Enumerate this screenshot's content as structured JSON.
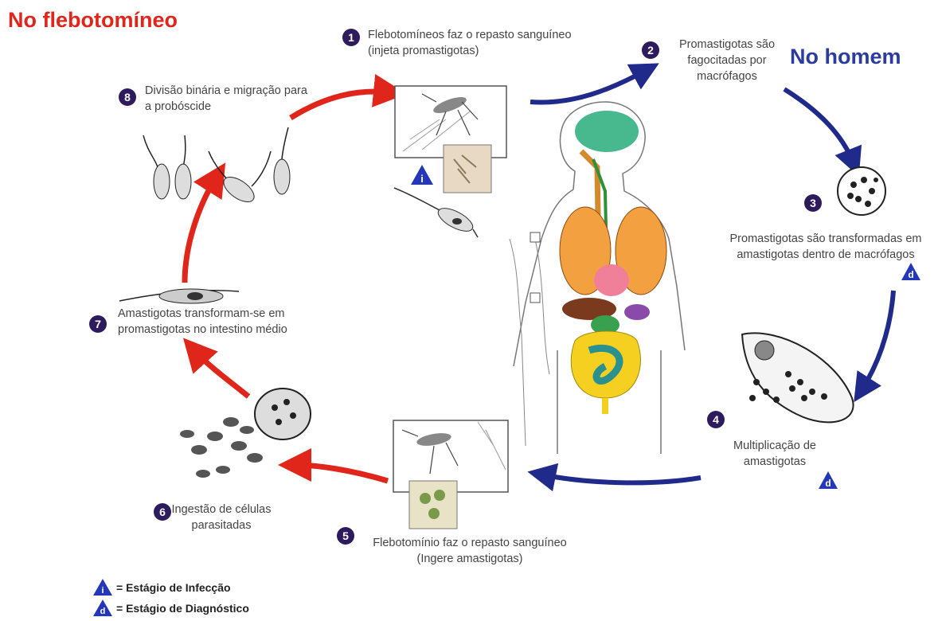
{
  "regions": {
    "vector": "No flebotomíneo",
    "human": "No homem"
  },
  "steps": [
    {
      "number": "1",
      "text": "Flebotomíneos faz o repasto sanguíneo (injeta promastigotas)"
    },
    {
      "number": "2",
      "text": "Promastigotas são fagocitadas por macrófagos"
    },
    {
      "number": "3",
      "text": "Promastigotas são transformadas em amastigotas dentro de macrófagos"
    },
    {
      "number": "4",
      "text": "Multiplicação de amastigotas"
    },
    {
      "number": "5",
      "text": "Flebotomínio faz o repasto sanguíneo (Ingere amastigotas)"
    },
    {
      "number": "6",
      "text": "Ingestão de células parasitadas"
    },
    {
      "number": "7",
      "text": "Amastigotas transformam-se em promastigotas no intestino médio"
    },
    {
      "number": "8",
      "text": "Divisão binária e migração para a probóscide"
    }
  ],
  "stage_marks": {
    "infection": "i",
    "diagnostic": "d"
  },
  "legend": [
    {
      "symbol": "i",
      "text": "Estágio de Infecção"
    },
    {
      "symbol": "d",
      "text": "Estágio de Diagnóstico"
    }
  ],
  "colors": {
    "vector_arrows": "#e0261b",
    "human_arrows": "#1f2a8a",
    "badge": "#2d1b5e",
    "triangle": "#2437b8"
  }
}
